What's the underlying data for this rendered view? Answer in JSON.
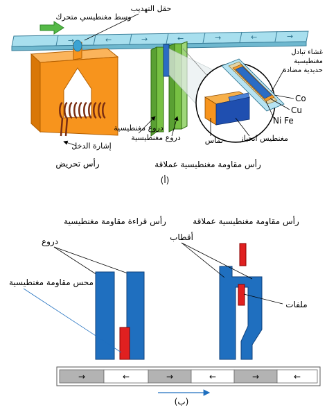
{
  "figure_a": {
    "caption": "(أ)",
    "labels": {
      "moving_medium": "وسط مغنطيسي متحرك",
      "fringe_field": "حقل التهديب",
      "input_signal": "إشارة الدخل",
      "inductive_head": "رأس تحريض",
      "magnetic_shields": "دروع مغنطيسية",
      "gmr_head": "رأس مقاومة مغنطيسية عملاقة",
      "exchange_film_1": "غشاء تبادل",
      "exchange_film_2": "مغنطيسية",
      "exchange_film_3": "حديدية مضادة",
      "co": "Co",
      "cu": "Cu",
      "nife": "Ni Fe",
      "bias_magnet": "مغنطيس انحياز",
      "contact": "تماس"
    },
    "colors": {
      "tape": "#8fd3e6",
      "core": "#f7941d",
      "coil": "#8b3a1a",
      "shield": "#77c043",
      "sensor": "#2b6cc4"
    }
  },
  "figure_b": {
    "caption": "(ب)",
    "labels": {
      "gmr_read_head": "رأس قراءة مقاومة مغنطيسية",
      "gmr_head": "رأس مقاومة مغنطيسية عملاقة",
      "shields": "دروع",
      "poles": "أقطاب",
      "gmr_sensor": "محس مقاومة مغنطيسية",
      "coils": "ملفات"
    },
    "tape_arrows": [
      "→",
      "←",
      "→",
      "←",
      "→",
      "←"
    ],
    "colors": {
      "shield": "#1f6fbf",
      "sensor": "#e02020",
      "tape_grey": "#b3b3b3"
    }
  }
}
